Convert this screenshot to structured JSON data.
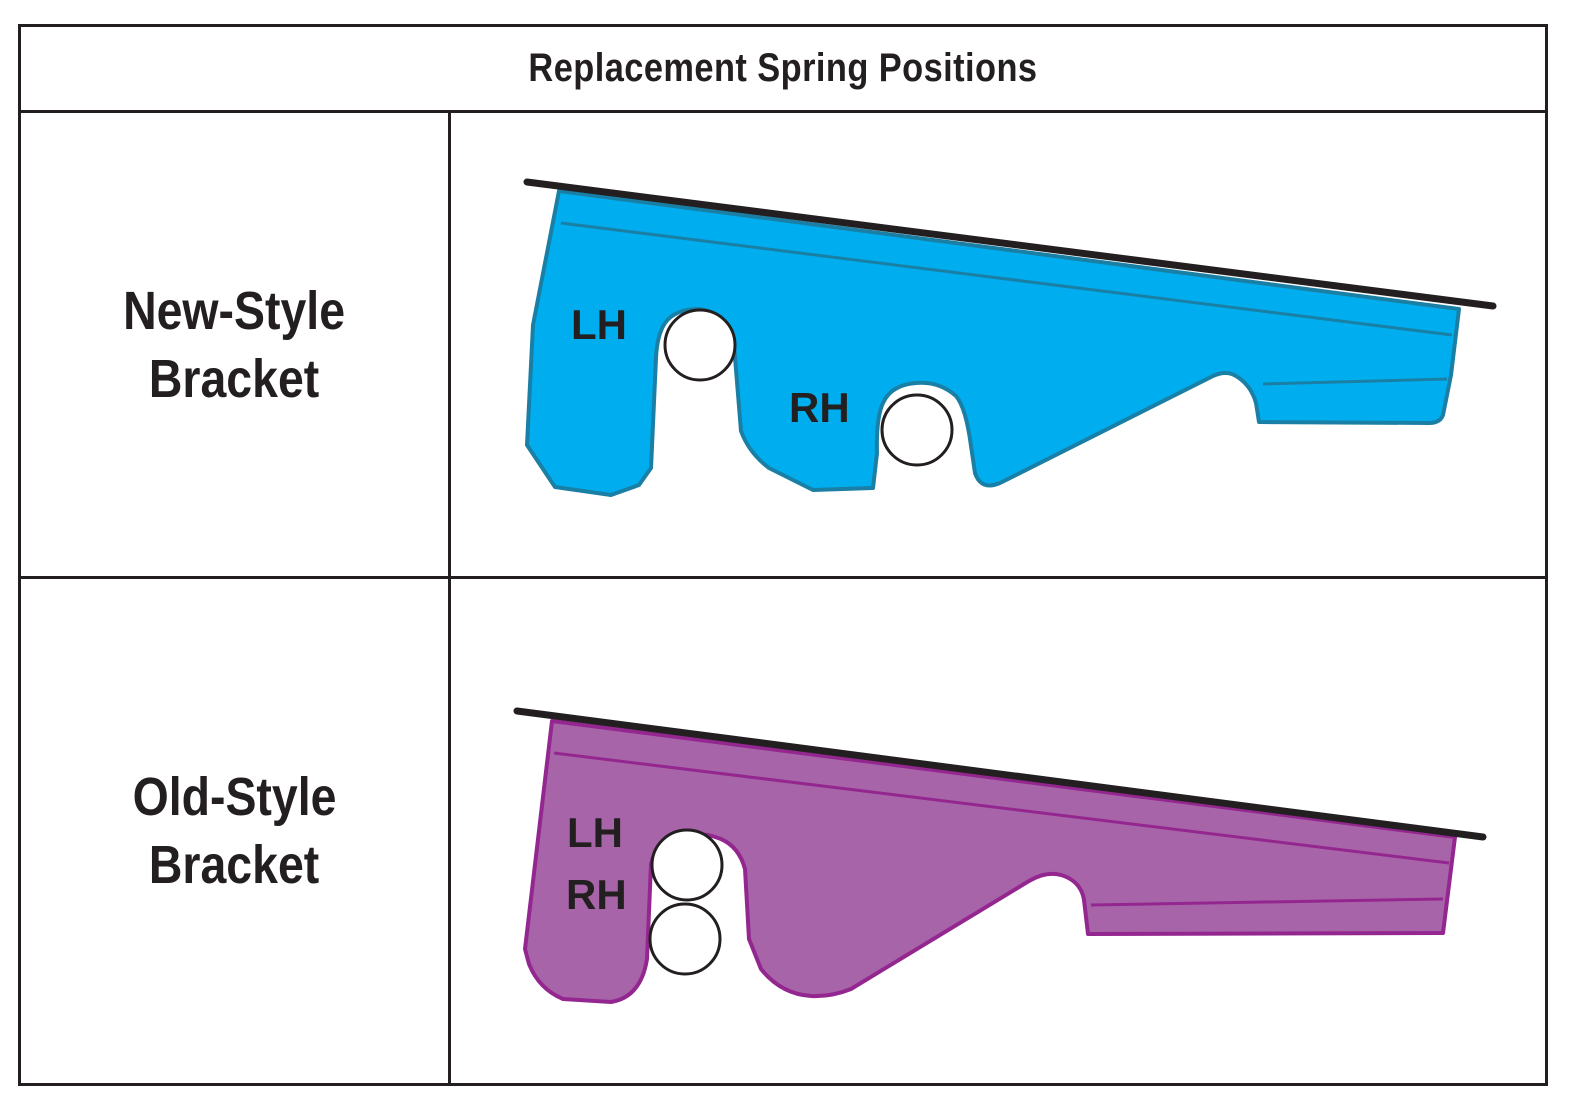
{
  "title": "Replacement Spring Positions",
  "rows": [
    {
      "label_line1": "New-Style",
      "label_line2": "Bracket",
      "bracket_color": "#00aeef",
      "outline_color": "#1a7fa5",
      "spring_labels": [
        "LH",
        "RH"
      ]
    },
    {
      "label_line1": "Old-Style",
      "label_line2": "Bracket",
      "bracket_color": "#a864a8",
      "outline_color": "#93278f",
      "spring_labels": [
        "LH",
        "RH"
      ]
    }
  ]
}
